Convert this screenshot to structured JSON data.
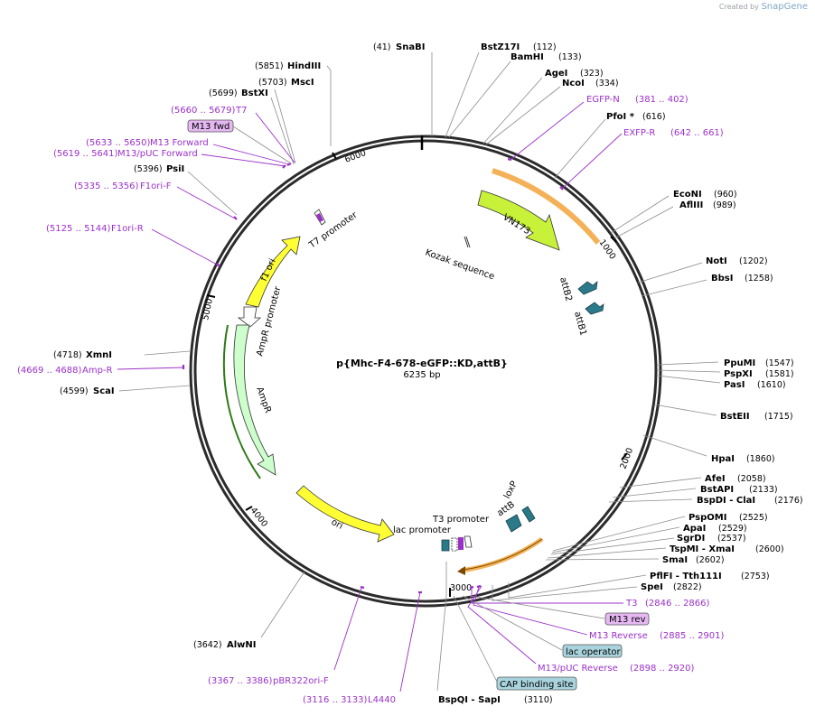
{
  "credit": {
    "prefix": "Created by",
    "brand": "SnapGene"
  },
  "plasmid": {
    "name": "p{Mhc-F4-678-eGFP::KD,attB}",
    "size": "6235 bp"
  },
  "ticks": [
    "1000",
    "2000",
    "3000",
    "4000",
    "5000",
    "6000"
  ],
  "enzymes_left": [
    {
      "name": "HindIII",
      "pos": "(5851)"
    },
    {
      "name": "MscI",
      "pos": "(5703)"
    },
    {
      "name": "BstXI",
      "pos": "(5699)"
    },
    {
      "name": "PsiI",
      "pos": "(5396)"
    },
    {
      "name": "XmnI",
      "pos": "(4718)"
    },
    {
      "name": "ScaI",
      "pos": "(4599)"
    },
    {
      "name": "AlwNI",
      "pos": "(3642)"
    }
  ],
  "enzymes_top": [
    {
      "name": "SnaBI",
      "pos": "(41)"
    },
    {
      "name": "BstZ17I",
      "pos": "(112)"
    },
    {
      "name": "BamHI",
      "pos": "(133)"
    },
    {
      "name": "AgeI",
      "pos": "(323)"
    },
    {
      "name": "NcoI",
      "pos": "(334)"
    },
    {
      "name": "PfoI *",
      "pos": "(616)"
    }
  ],
  "enzymes_right": [
    {
      "name": "EcoNI",
      "pos": "(960)"
    },
    {
      "name": "AflIII",
      "pos": "(989)"
    },
    {
      "name": "NotI",
      "pos": "(1202)"
    },
    {
      "name": "BbsI",
      "pos": "(1258)"
    },
    {
      "name": "PpuMI",
      "pos": "(1547)"
    },
    {
      "name": "PspXI",
      "pos": "(1581)"
    },
    {
      "name": "PasI",
      "pos": "(1610)"
    },
    {
      "name": "BstEII",
      "pos": "(1715)"
    },
    {
      "name": "HpaI",
      "pos": "(1860)"
    },
    {
      "name": "AfeI",
      "pos": "(2058)"
    },
    {
      "name": "BstAPI",
      "pos": "(2133)"
    },
    {
      "name": "BspDI  -  ClaI",
      "pos": "(2176)"
    },
    {
      "name": "PspOMI",
      "pos": "(2525)"
    },
    {
      "name": "ApaI",
      "pos": "(2529)"
    },
    {
      "name": "SgrDI",
      "pos": "(2537)"
    },
    {
      "name": "TspMI  -  XmaI",
      "pos": "(2600)"
    },
    {
      "name": "SmaI",
      "pos": "(2602)"
    },
    {
      "name": "PflFI  -  Tth111I",
      "pos": "(2753)"
    },
    {
      "name": "SpeI",
      "pos": "(2822)"
    }
  ],
  "enzymes_bottom": [
    {
      "name": "BspQI  -  SapI",
      "pos": "(3110)"
    }
  ],
  "primers": [
    {
      "name": "T7",
      "range": "(5660 .. 5679)"
    },
    {
      "name": "M13 Forward",
      "range": "(5633 .. 5650)"
    },
    {
      "name": "M13/pUC Forward",
      "range": "(5619 .. 5641)"
    },
    {
      "name": "F1ori-F",
      "range": "(5335 .. 5356)"
    },
    {
      "name": "F1ori-R",
      "range": "(5125 .. 5144)"
    },
    {
      "name": "Amp-R",
      "range": "(4669 .. 4688)"
    },
    {
      "name": "pBR322ori-F",
      "range": "(3367 .. 3386)"
    },
    {
      "name": "L4440",
      "range": "(3116 .. 3133)"
    },
    {
      "name": "EGFP-N",
      "range": "(381 .. 402)"
    },
    {
      "name": "EXFP-R",
      "range": "(642 .. 661)"
    },
    {
      "name": "T3",
      "range": "(2846 .. 2866)"
    },
    {
      "name": "M13 Reverse",
      "range": "(2885 .. 2901)"
    },
    {
      "name": "M13/pUC Reverse",
      "range": "(2898 .. 2920)"
    }
  ],
  "boxed_labels": {
    "m13_fwd": "M13 fwd",
    "m13_rev": "M13 rev",
    "lac_operator": "lac operator",
    "cap_binding_site": "CAP binding site"
  },
  "features": {
    "t7_promoter": "T7 promoter",
    "f1_ori": "f1 ori",
    "ampr_promoter": "AmpR promoter",
    "ampr": "AmpR",
    "ori": "ori",
    "vn173": "VN173",
    "kozak": "Kozak sequence",
    "attb2": "attB2",
    "attb1": "attB1",
    "loxp": "loxP",
    "attb": "attB",
    "t3_promoter": "T3 promoter",
    "lac_promoter": "lac promoter"
  },
  "colors": {
    "backbone": "#2b2b2b",
    "primer": "#9b30c9",
    "vn173": "#c8f23a",
    "f1_ori": "#ffff33",
    "ampr": "#ccffcc",
    "highlight": "#f2a33a",
    "att": "#2a7a8a",
    "box_fill_purple": "#e5b8f2",
    "box_fill_blue": "#a9d4dd"
  }
}
